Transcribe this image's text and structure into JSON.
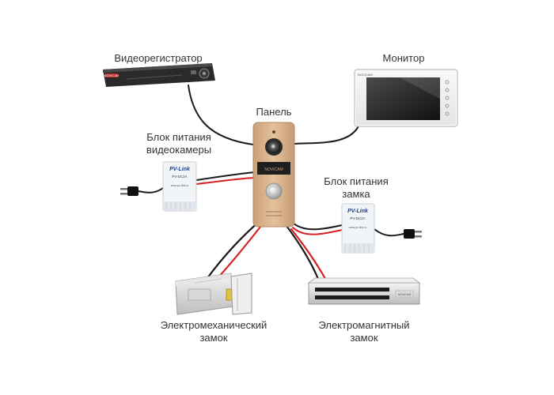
{
  "labels": {
    "dvr": "Видеорегистратор",
    "monitor": "Монитор",
    "panel": "Панель",
    "cam_psu_line1": "Блок питания",
    "cam_psu_line2": "видеокамеры",
    "lock_psu_line1": "Блок питания",
    "lock_psu_line2": "замка",
    "mech_lock_line1": "Электромеханический",
    "mech_lock_line2": "замок",
    "mag_lock_line1": "Электромагнитный",
    "mag_lock_line2": "замок"
  },
  "device_marks": {
    "psu_brand": "PV-Link",
    "psu_model": "PV-DC2A",
    "psu_site": "www.pv-link.ru",
    "panel_brand": "NOVICAM",
    "monitor_brand": "NOVICAM",
    "dvr_brand": "NOVICAM",
    "maglock_brand": "NOVICAM"
  },
  "colors": {
    "wire_black": "#1a1a1a",
    "wire_red": "#d42020",
    "panel_gold": "#d9b48a",
    "psu_white": "#f2f5f8",
    "dvr_dark": "#2a2a2a"
  }
}
